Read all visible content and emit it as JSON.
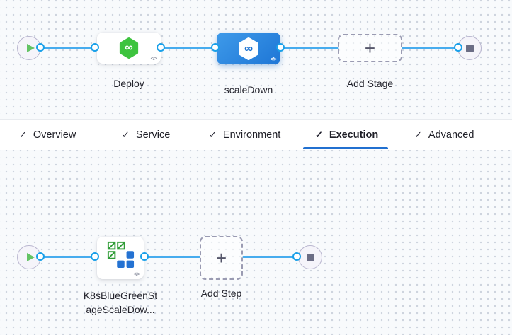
{
  "icons": {
    "check_glyph": "✓",
    "plus_glyph": "+",
    "infinity_glyph": "∞",
    "code_glyph": "</>"
  },
  "colors": {
    "connector_line": "#47acee",
    "connector_dot_ring": "#19a0e9",
    "selected_stage_blue": "#2386e1",
    "stage_icon_green": "#3dc33e",
    "k8s_icon_green": "#2e9c35",
    "k8s_icon_blue": "#2472d2",
    "tab_underline": "#2170d0",
    "canvas_background": "#f8fafc"
  },
  "stage_graph": {
    "stages": [
      {
        "label": "Deploy",
        "selected": false
      },
      {
        "label": "scaleDown",
        "selected": true
      },
      {
        "label": "Add Stage",
        "selected": false
      }
    ]
  },
  "tabs": {
    "items": [
      {
        "label": "Overview",
        "checked": true,
        "active": false
      },
      {
        "label": "Service",
        "checked": true,
        "active": false
      },
      {
        "label": "Environment",
        "checked": true,
        "active": false
      },
      {
        "label": "Execution",
        "checked": true,
        "active": true
      },
      {
        "label": "Advanced",
        "checked": true,
        "active": false
      }
    ]
  },
  "execution_graph": {
    "step_label_line1": "K8sBlueGreenSt",
    "step_label_line2": "ageScaleDow...",
    "add_step_label": "Add Step"
  }
}
